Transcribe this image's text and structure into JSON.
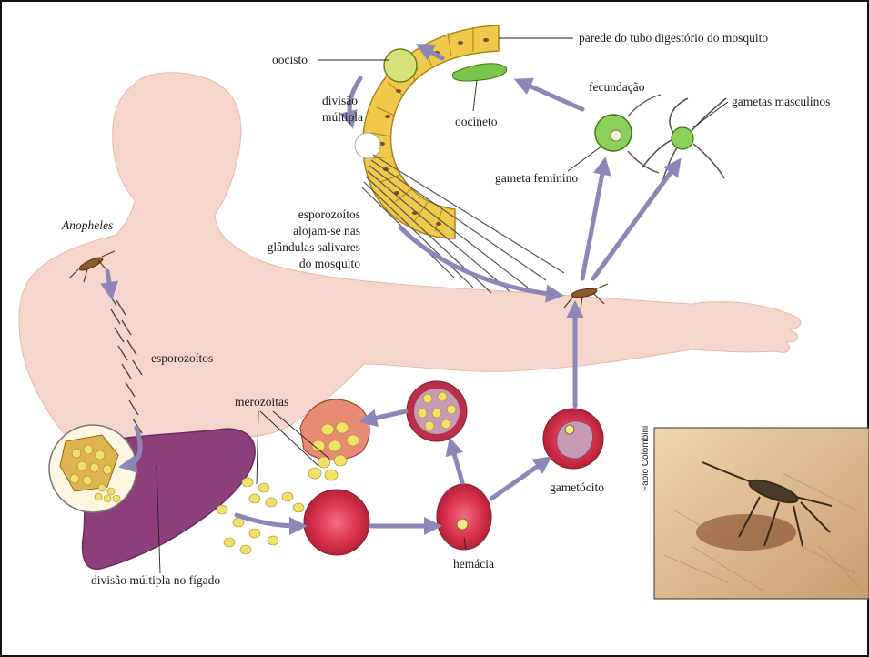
{
  "labels": {
    "oocisto": "oocisto",
    "parede": "parede do tubo digestório do mosquito",
    "divisao_multipla": [
      "divisão",
      "múltipla"
    ],
    "oocineto": "oocineto",
    "fecundacao": "fecundação",
    "gametas_masculinos": "gametas masculinos",
    "gameta_feminino": "gameta feminino",
    "esporozoitos_glandulas": [
      "esporozoítos",
      "alojam-se nas",
      "glândulas salivares",
      "do mosquito"
    ],
    "anopheles": "Anopheles",
    "esporozoitos": "esporozoítos",
    "merozoitas": "merozoitas",
    "gametocito": "gametócito",
    "hemacia": "hemácia",
    "divisao_figado": "divisão múltipla no fígado"
  },
  "photo": {
    "credit": "Fabio Colombini"
  },
  "colors": {
    "skin": "#f6d5cc",
    "liver": "#8c3f7a",
    "arrow": "#8d87b8",
    "rbc": "#d9314b",
    "gut": "#f0c84a"
  }
}
